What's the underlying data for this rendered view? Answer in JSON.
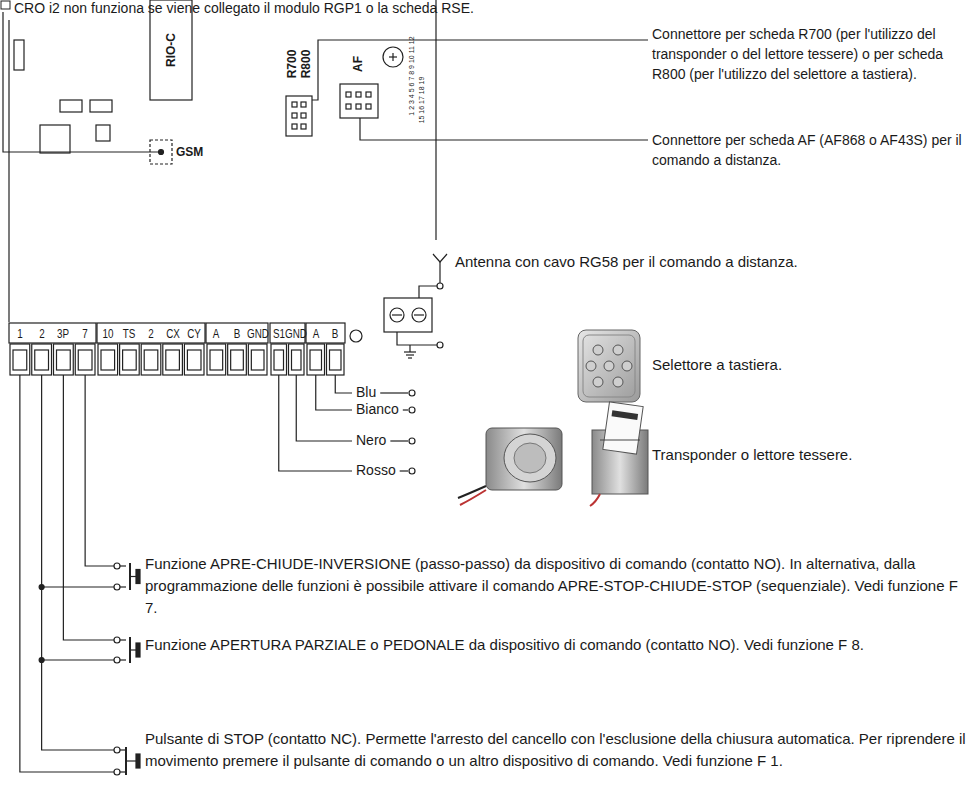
{
  "diagram": {
    "labels": [
      "CRO i2 non funziona se viene collegato il modulo RGP1 o la scheda RSE.",
      "RIO-C",
      "GSM",
      "R700",
      "R800",
      "AF",
      "1 2 3 4 5 6 7 8 9 10 11 12",
      "15 16 17 18 19",
      "Connettore per scheda R700 (per l'utilizzo del transponder o del lettore tessere) o per scheda R800 (per l'utilizzo del selettore a tastiera).",
      "Connettore per scheda AF (AF868 o AF43S) per il comando a distanza.",
      "1",
      "2",
      "3P",
      "7",
      "10",
      "TS",
      "2",
      "CX",
      "CY",
      "A",
      "B",
      "GND",
      "S1",
      "GND",
      "A",
      "B",
      "Antenna con cavo RG58 per il comando a distanza.",
      "Blu",
      "Bianco",
      "Selettore a tastiera.",
      "Nero",
      "Rosso",
      "Transponder o lettore tessere.",
      "Funzione APRE-CHIUDE-INVERSIONE (passo-passo) da dispositivo di comando (contatto NO). In alternativa, dalla programmazione delle funzioni è possibile attivare il comando APRE-STOP-CHIUDE-STOP (sequenziale). Vedi funzione F 7.",
      "Funzione APERTURA PARZIALE o PEDONALE da dispositivo di comando (contatto NO). Vedi funzione F 8.",
      "Pulsante di STOP (contatto NC). Permette l'arresto del cancello con l'esclusione della chiusura automatica. Per riprendere il movimento premere il pulsante di comando o un altro dispositivo di comando. Vedi funzione F 1."
    ]
  }
}
